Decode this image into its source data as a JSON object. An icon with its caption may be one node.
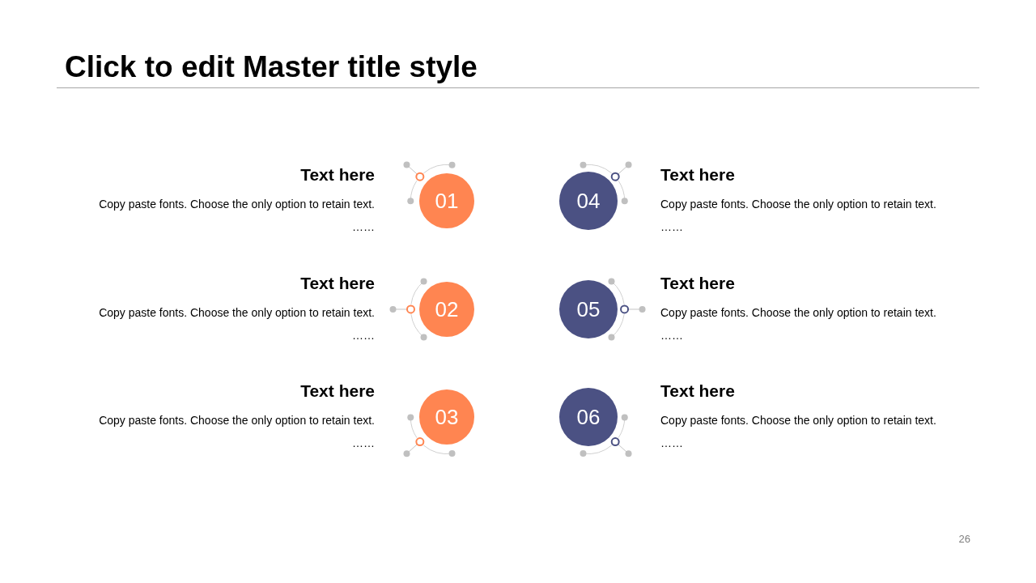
{
  "diagram": {
    "title": "Click to edit Master title style",
    "nodes": [
      {
        "text": [
          "01"
        ],
        "beside": [
          "Text here",
          "Copy paste fonts. Choose the only option to retain text.",
          "……"
        ]
      },
      {
        "text": [
          "02"
        ],
        "beside": [
          "Text here",
          "Copy paste fonts. Choose the only option to retain text.",
          "……"
        ]
      },
      {
        "text": [
          "03"
        ],
        "beside": [
          "Text here",
          "Copy paste fonts. Choose the only option to retain text.",
          "……"
        ]
      },
      {
        "text": [
          "04"
        ],
        "beside": [
          "Text here",
          "Copy paste fonts. Choose the only option to retain text.",
          "……"
        ]
      },
      {
        "text": [
          "05"
        ],
        "beside": [
          "Text here",
          "Copy paste fonts. Choose the only option to retain text.",
          "……"
        ]
      },
      {
        "text": [
          "06"
        ],
        "beside": [
          "Text here",
          "Copy paste fonts. Choose the only option to retain text.",
          "……"
        ]
      }
    ],
    "labels": [
      "26"
    ]
  }
}
